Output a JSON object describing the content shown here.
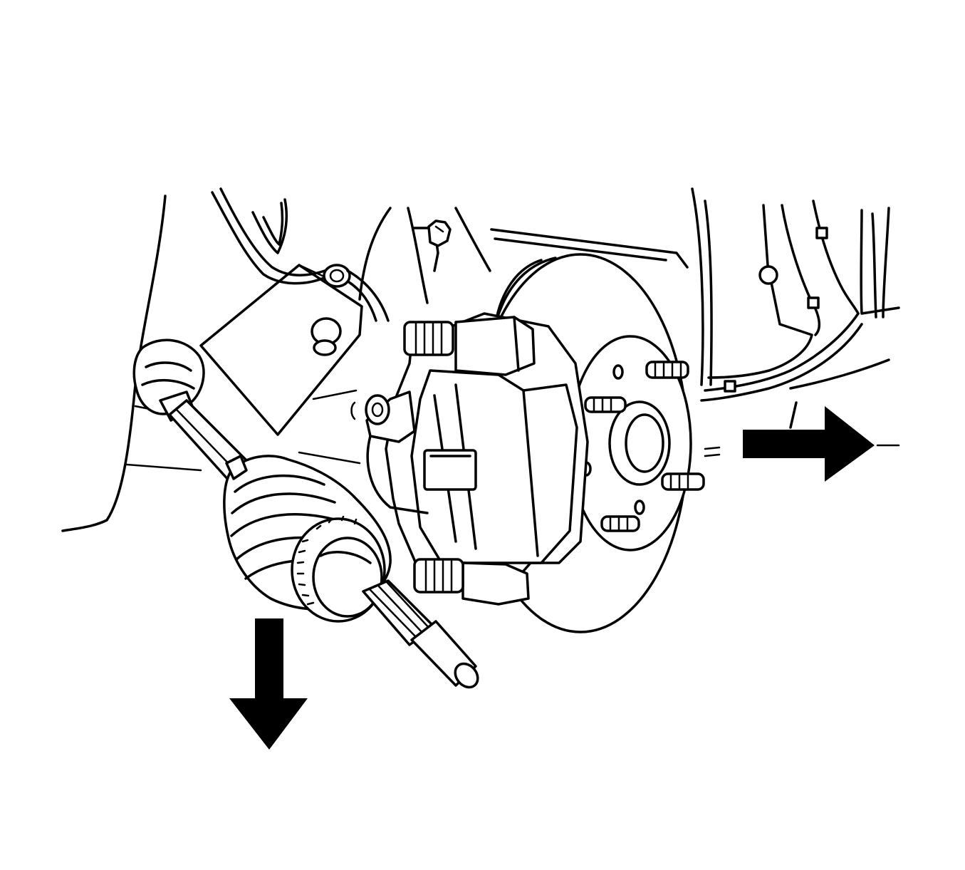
{
  "figure": {
    "subject": "drive-axle-removal-from-hub-and-knuckle",
    "colors": {
      "ink": "#000000",
      "paper": "#ffffff"
    },
    "arrows": [
      {
        "id": "down",
        "direction": "down"
      },
      {
        "id": "right",
        "direction": "right"
      }
    ]
  }
}
